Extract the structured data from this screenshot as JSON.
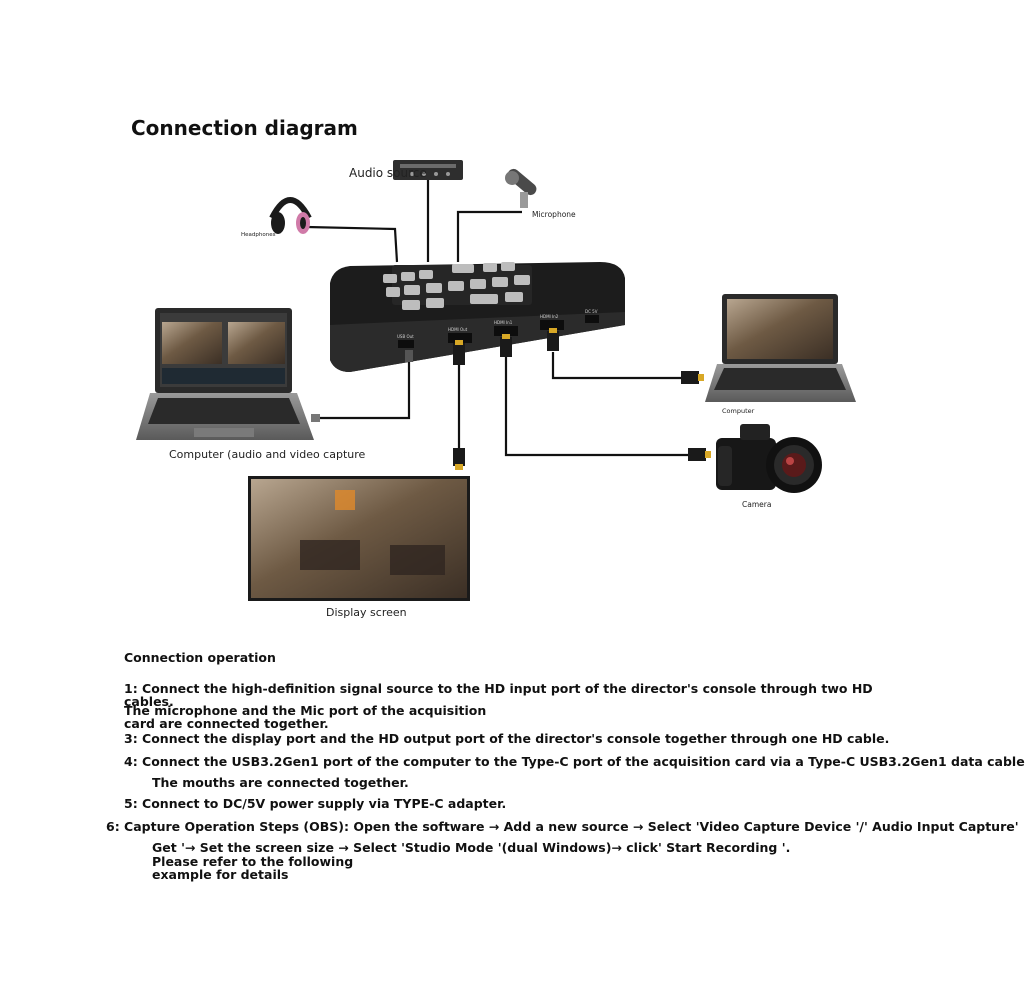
{
  "title": "Connection diagram",
  "devices": {
    "audio_source": "Audio source",
    "headphones": "Headphones",
    "microphone": "Microphone",
    "computer_left": "Computer (audio and video capture",
    "computer_right": "Computer",
    "camera": "Camera",
    "display": "Display screen"
  },
  "ports": {
    "usb": "USB Out",
    "hdmi_out": "HDMI Out",
    "hdmi_in_1": "HDMI In1",
    "hdmi_in_2": "HDMI In2",
    "dc": "DC 5V"
  },
  "operation": {
    "heading": "Connection operation",
    "step1": "1: Connect the high-definition signal source to the HD input port of the director's console through two HD",
    "step1_cont": "cables.",
    "step2_a": "The microphone and the Mic port of the acquisition",
    "step2_b": "card are connected together.",
    "step3": "3: Connect the display port and the HD output port of the director's console together through one HD cable.",
    "step4": "4: Connect the USB3.2Gen1 port of the computer to the Type-C port of the acquisition card via a Type-C USB3.2Gen1 data cable",
    "step4_cont": "The mouths are connected together.",
    "step5": "5: Connect to DC/5V power supply via TYPE-C adapter.",
    "step6": "6: Capture Operation Steps (OBS): Open the software → Add a new source → Select 'Video Capture Device '/' Audio Input Capture'",
    "step6_b": "Get '→ Set the screen size → Select 'Studio Mode '(dual Windows)→ click' Start Recording '.",
    "step6_c": "Please refer to the following",
    "step6_d": "example for details"
  }
}
